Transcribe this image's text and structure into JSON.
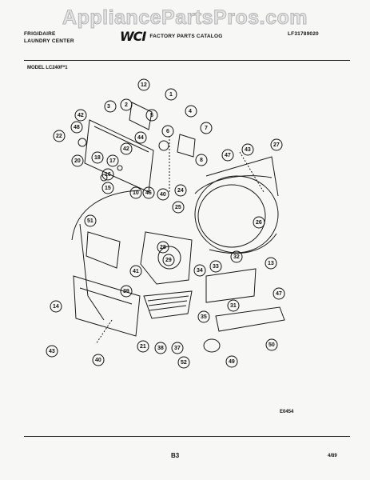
{
  "watermark": "AppliancePartsPros.com",
  "header": {
    "brand_line1": "FRIGIDAIRE",
    "brand_line2": "LAUNDRY CENTER",
    "logo": "WCI",
    "catalog": "FACTORY PARTS CATALOG",
    "catalog_number": "LF31789020"
  },
  "model": "MODEL LC240F*1",
  "diagram_code": "E0454",
  "page_number": "B3",
  "date": "4/89",
  "callouts": [
    "12",
    "1",
    "2",
    "3",
    "4",
    "5",
    "6",
    "7",
    "42",
    "48",
    "44",
    "22",
    "42",
    "20",
    "18",
    "17",
    "16",
    "15",
    "10",
    "46",
    "40",
    "8",
    "47",
    "43",
    "27",
    "24",
    "25",
    "26",
    "51",
    "28",
    "29",
    "41",
    "33",
    "34",
    "32",
    "13",
    "39",
    "35",
    "47",
    "31",
    "14",
    "21",
    "38",
    "37",
    "50",
    "43",
    "40",
    "52",
    "49"
  ]
}
